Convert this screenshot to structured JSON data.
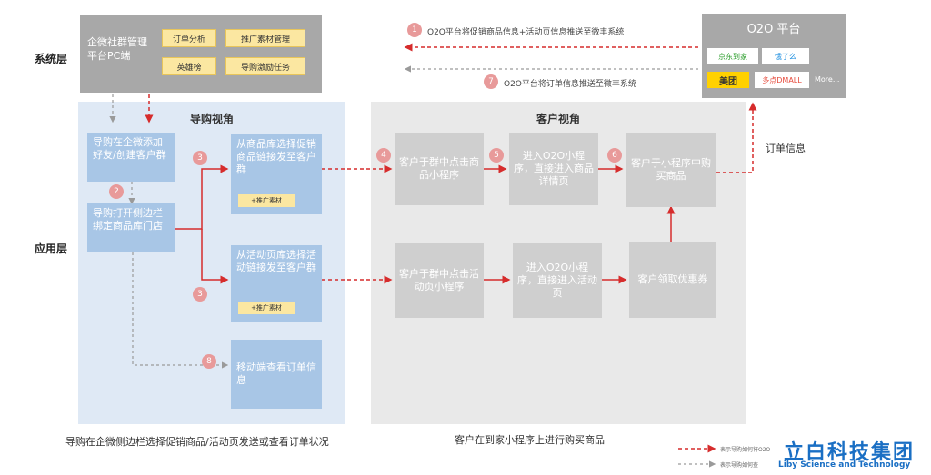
{
  "layers": {
    "system": "系统层",
    "application": "应用层"
  },
  "system_box": {
    "title": "企微社群管理平台PC端",
    "tags": [
      "订单分析",
      "推广素材管理",
      "英雄榜",
      "导购激励任务"
    ]
  },
  "o2o": {
    "title": "O2O 平台",
    "logos": [
      "京东到家",
      "饿了么",
      "美团",
      "多点DMALL",
      "More..."
    ]
  },
  "top_flows": [
    {
      "num": "1",
      "text": "O2O平台将促销商品信息+活动页信息推送至微丰系统"
    },
    {
      "num": "7",
      "text": "O2O平台将订单信息推送至微丰系统"
    }
  ],
  "zones": {
    "guide": "导购视角",
    "customer": "客户视角"
  },
  "guide_boxes": {
    "b1": "导购在企微添加好友/创建客户群",
    "b2": "导购打开侧边栏绑定商品库门店",
    "b3a": "从商品库选择促销商品链接发至客户群",
    "b3a_tag": "+推广素材",
    "b3b": "从活动页库选择活动链接发至客户群",
    "b3b_tag": "+推广素材",
    "b8": "移动端查看订单信息"
  },
  "customer_boxes": {
    "c4": "客户于群中点击商品小程序",
    "c5": "进入O2O小程序，直接进入商品详情页",
    "c6": "客户于小程序中购买商品",
    "d1": "客户于群中点击活动页小程序",
    "d2": "进入O2O小程序，直接进入活动页",
    "d3": "客户领取优惠券"
  },
  "steps": [
    "2",
    "3",
    "3",
    "4",
    "5",
    "6",
    "8"
  ],
  "order_info": "订单信息",
  "captions": {
    "guide": "导购在企微侧边栏选择促销商品/活动页发送或查看订单状况",
    "customer": "客户在到家小程序上进行购买商品"
  },
  "legend": [
    "表示导购如何将O2O",
    "表示导购如何查"
  ],
  "brand": {
    "cn": "立白科技集团",
    "en": "Liby Science and Technology"
  },
  "colors": {
    "red": "#d62c2c",
    "grey": "#9a9a9a",
    "blue_box": "#a8c6e6",
    "grey_box": "#cfcfcf",
    "brand": "#1a6fc4"
  }
}
